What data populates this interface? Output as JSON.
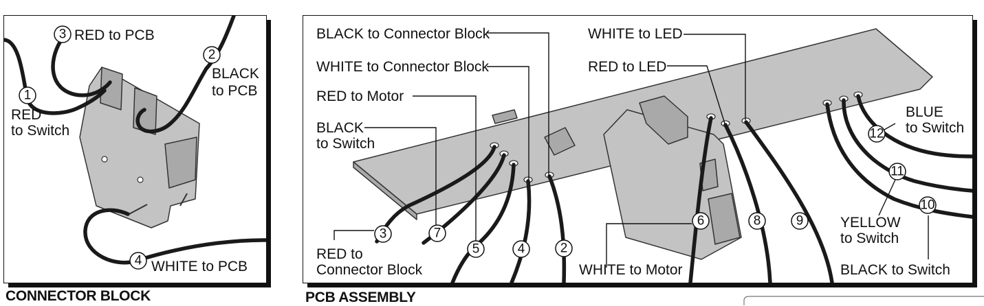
{
  "connector_block": {
    "caption": "CONNECTOR BLOCK",
    "labels": {
      "red_pcb": "RED to PCB",
      "black_pcb_1": "BLACK",
      "black_pcb_2": "to PCB",
      "red_switch_1": "RED",
      "red_switch_2": "to Switch",
      "white_pcb": "WHITE to PCB"
    },
    "numbers": {
      "n1": "1",
      "n2": "2",
      "n3": "3",
      "n4": "4"
    }
  },
  "pcb_assembly": {
    "caption": "PCB ASSEMBLY",
    "labels": {
      "black_connector_block": "BLACK to Connector Block",
      "white_connector_block": "WHITE to Connector Block",
      "red_motor": "RED to Motor",
      "black_switch_1": "BLACK",
      "black_switch_2": "to Switch",
      "red_connector_block_1": "RED to",
      "red_connector_block_2": "Connector Block",
      "white_led": "WHITE to LED",
      "red_led": "RED to LED",
      "white_motor": "WHITE to Motor",
      "blue_switch_1": "BLUE",
      "blue_switch_2": "to Switch",
      "yellow_switch_1": "YELLOW",
      "yellow_switch_2": "to Switch",
      "black_to_switch": "BLACK to Switch"
    },
    "numbers": {
      "n2": "2",
      "n3": "3",
      "n4": "4",
      "n5": "5",
      "n6": "6",
      "n7": "7",
      "n8": "8",
      "n9": "9",
      "n10": "10",
      "n11": "11",
      "n12": "12"
    }
  }
}
